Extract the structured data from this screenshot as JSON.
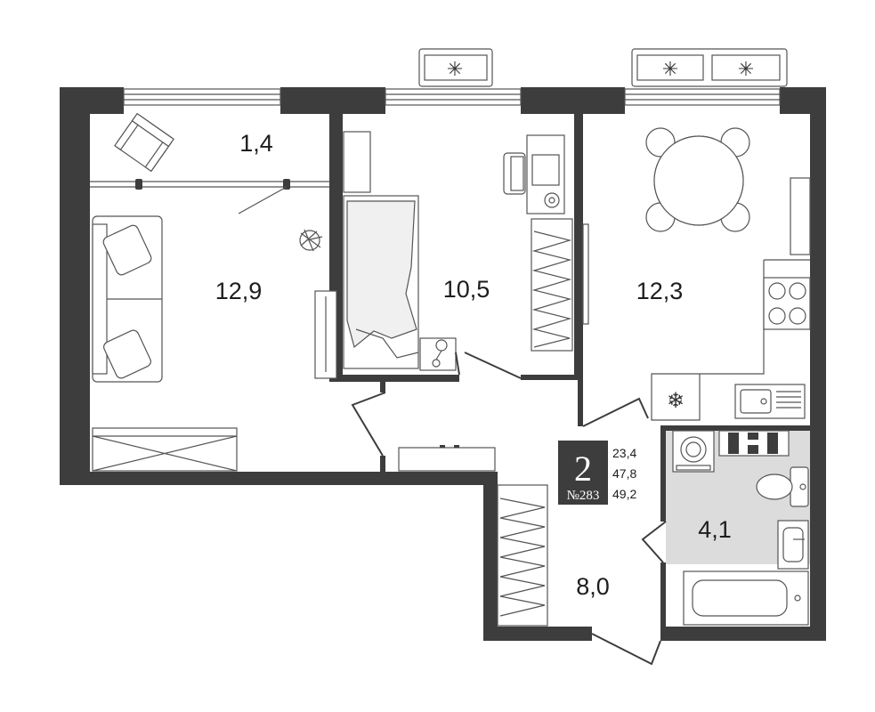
{
  "plan": {
    "rooms": [
      {
        "id": "balcony",
        "area": "1,4"
      },
      {
        "id": "living-room",
        "area": "12,9"
      },
      {
        "id": "bedroom",
        "area": "10,5"
      },
      {
        "id": "kitchen",
        "area": "12,3"
      },
      {
        "id": "bathroom",
        "area": "4,1"
      },
      {
        "id": "hallway",
        "area": "8,0"
      }
    ],
    "badge": {
      "rooms_count": "2",
      "apartment_number": "№283",
      "areas": [
        "23,4",
        "47,8",
        "49,2"
      ]
    }
  },
  "colors": {
    "wall": "#3d3d3d",
    "tile": "#dcdcdc",
    "badge_bg": "#3d3d3d"
  },
  "icons": [
    "snowflake-icon",
    "plant-icon",
    "stove-icon",
    "sink-icon",
    "toilet-icon",
    "bathtub-icon",
    "washing-machine-icon"
  ]
}
